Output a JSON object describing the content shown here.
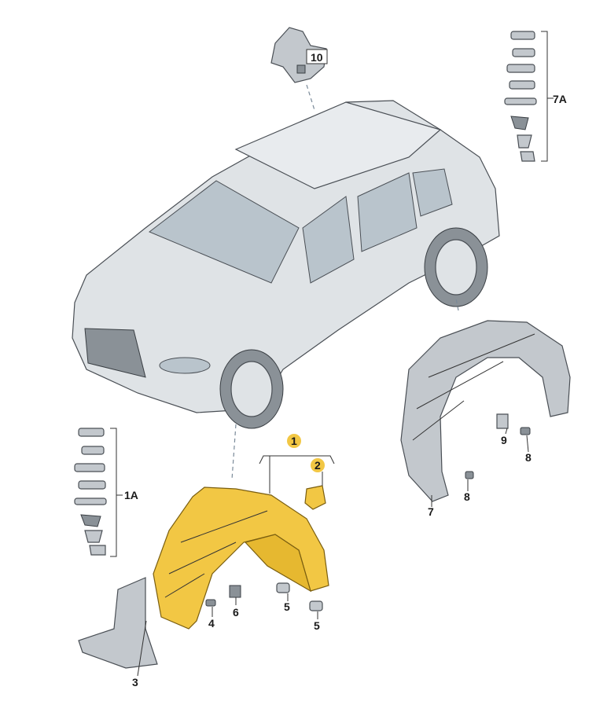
{
  "diagram": {
    "callouts": {
      "c10": "10",
      "c7A": "7A",
      "c1A": "1A",
      "c1": "1",
      "c2": "2",
      "c3": "3",
      "c4": "4",
      "c5a": "5",
      "c5b": "5",
      "c6": "6",
      "c7": "7",
      "c8a": "8",
      "c8b": "8",
      "c9": "9"
    },
    "colors": {
      "highlight": "#f2c744",
      "part_grey": "#c3c8cd",
      "car_body": "#dfe3e6"
    }
  }
}
